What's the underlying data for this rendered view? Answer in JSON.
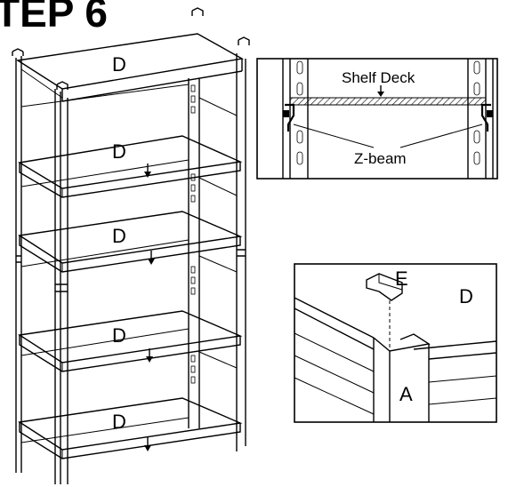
{
  "title": "TEP 6",
  "shelf_labels": [
    "D",
    "D",
    "D",
    "D",
    "D"
  ],
  "detail_top": {
    "shelf_deck_label": "Shelf Deck",
    "z_beam_label": "Z-beam"
  },
  "detail_bottom": {
    "corner_cap_label": "E",
    "deck_label": "D",
    "upright_label": "A"
  }
}
